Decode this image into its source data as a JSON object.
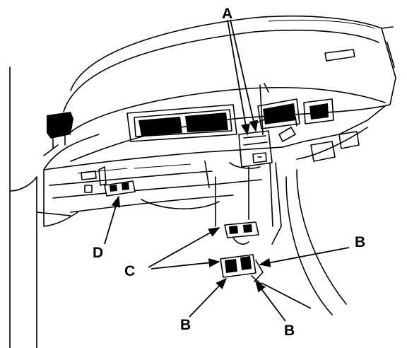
{
  "labels": {
    "a": "A",
    "b_upper": "B",
    "b_lower_left": "B",
    "b_lower_right": "B",
    "c": "C",
    "d": "D"
  },
  "colors": {
    "line": "#000000",
    "background": "#ffffff"
  }
}
